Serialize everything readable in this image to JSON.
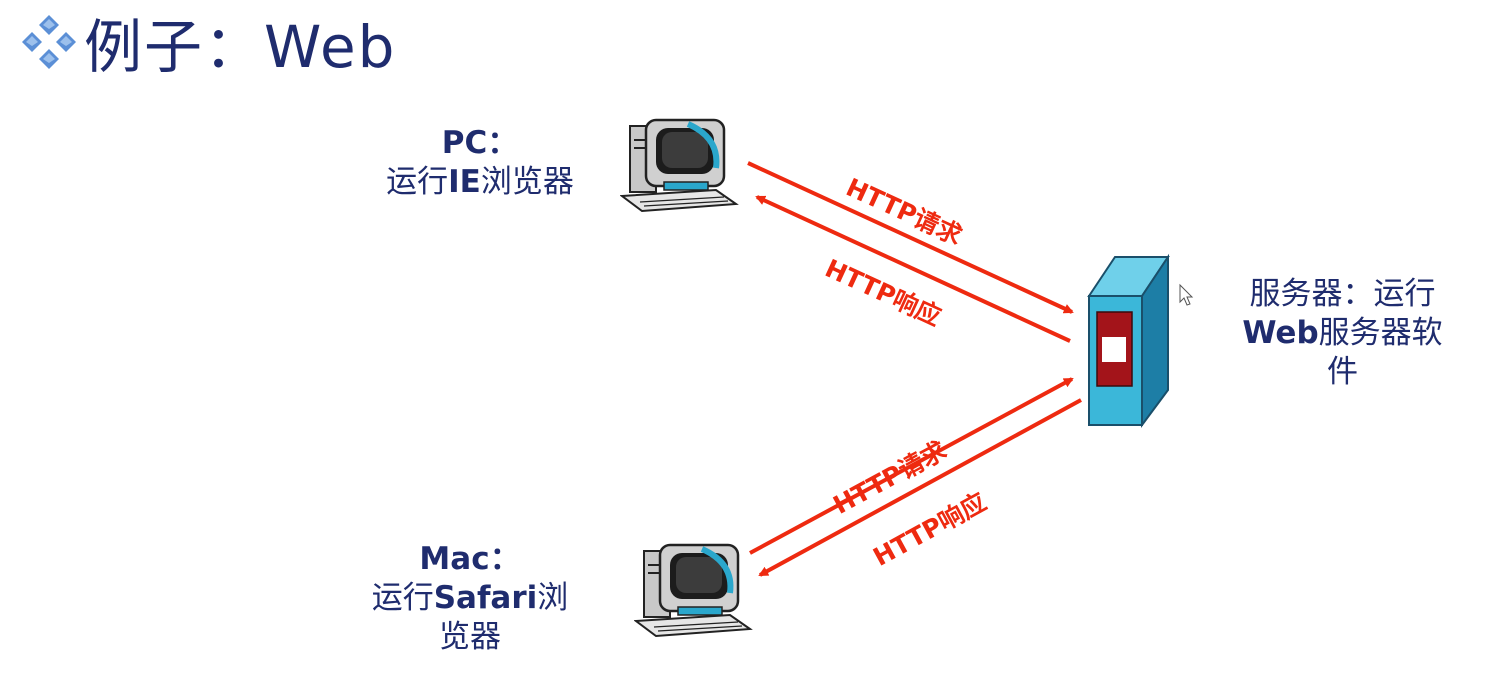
{
  "title": {
    "bullet_icon": "four-diamond-bullet-icon",
    "text": "例子：Web"
  },
  "pc": {
    "icon": "desktop-computer-icon",
    "label_line1": "PC：",
    "label_line2_pre": "运行",
    "label_line2_bold": "IE",
    "label_line2_post": "浏览器"
  },
  "mac": {
    "icon": "desktop-computer-icon",
    "label_line1": "Mac：",
    "label_line2_pre": "运行",
    "label_line2_bold": "Safari",
    "label_line2_post": "浏",
    "label_line3": "览器"
  },
  "server": {
    "icon": "server-tower-icon",
    "label_line1": "服务器：运行",
    "label_line2_bold": "Web",
    "label_line2_post": "服务器软",
    "label_line3": "件"
  },
  "arrows": {
    "pc_request": "HTTP请求",
    "pc_response": "HTTP响应",
    "mac_request": "HTTP请求",
    "mac_response": "HTTP响应"
  },
  "colors": {
    "arrow": "#ee2a10",
    "text": "#1f2c6e",
    "server_body": "#3bb7d9",
    "server_panel": "#a3141a",
    "bullet": "#5b8fd6"
  },
  "cursor": {
    "icon": "mouse-pointer-icon"
  }
}
